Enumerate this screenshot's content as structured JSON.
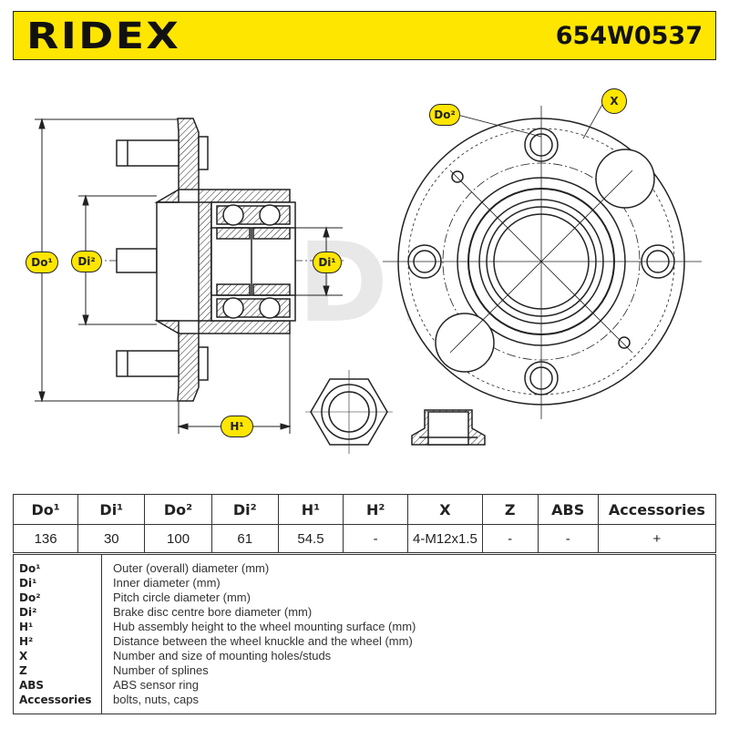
{
  "brand": "RIDEX",
  "part_number": "654W0537",
  "watermark": "RIDEX",
  "diagram_labels": {
    "do1": "Do¹",
    "di2": "Di²",
    "di1": "Di¹",
    "h1": "H¹",
    "do2": "Do²",
    "x": "X"
  },
  "spec_table": {
    "headers": [
      "Do¹",
      "Di¹",
      "Do²",
      "Di²",
      "H¹",
      "H²",
      "X",
      "Z",
      "ABS",
      "Accessories"
    ],
    "values": [
      "136",
      "30",
      "100",
      "61",
      "54.5",
      "-",
      "4-M12x1.5",
      "-",
      "-",
      "+"
    ]
  },
  "legend": [
    {
      "key": "Do¹",
      "desc": "Outer (overall) diameter (mm)"
    },
    {
      "key": "Di¹",
      "desc": "Inner diameter (mm)"
    },
    {
      "key": "Do²",
      "desc": "Pitch circle diameter (mm)"
    },
    {
      "key": "Di²",
      "desc": "Brake disc centre bore diameter (mm)"
    },
    {
      "key": "H¹",
      "desc": "Hub assembly height to the wheel mounting surface (mm)"
    },
    {
      "key": "H²",
      "desc": "Distance between the wheel knuckle and the wheel (mm)"
    },
    {
      "key": "X",
      "desc": "Number and size of mounting holes/studs"
    },
    {
      "key": "Z",
      "desc": "Number of splines"
    },
    {
      "key": "ABS",
      "desc": "ABS sensor ring"
    },
    {
      "key": "Accessories",
      "desc": "bolts, nuts, caps"
    }
  ]
}
